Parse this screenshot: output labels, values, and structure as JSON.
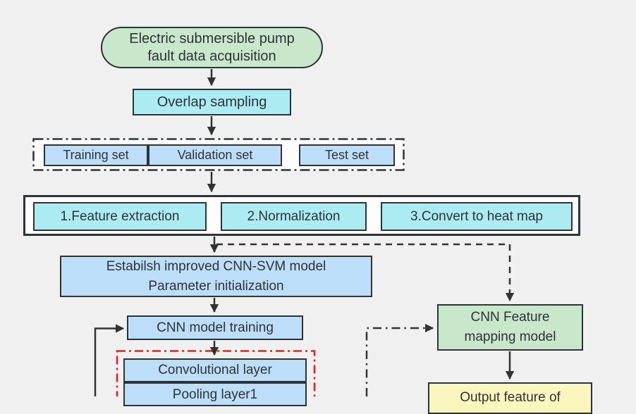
{
  "diagram": {
    "type": "flowchart",
    "subject": "Improved CNN-SVM model workflow for electric submersible pump fault diagnosis"
  },
  "colors": {
    "background": "#f0f0f1",
    "node_green": "#c9e7ca",
    "node_cyan": "#abebf2",
    "node_blue": "#bcdef8",
    "node_yellow": "#fbf6bd",
    "container_fill": "#fdfdfe",
    "border_dark": "#2d3436",
    "red_dashdot_border": "#ee1c1c",
    "connector": "#333333"
  },
  "nodes": {
    "acquisition": {
      "line1": "Electric submersible pump",
      "line2": "fault data acquisition"
    },
    "overlap": {
      "label": "Overlap sampling"
    },
    "training": {
      "label": "Training set"
    },
    "validation": {
      "label": "Validation set"
    },
    "test": {
      "label": "Test set"
    },
    "feature_extraction": {
      "label": "1.Feature extraction"
    },
    "normalization": {
      "label": "2.Normalization"
    },
    "heatmap": {
      "label": "3.Convert to heat map"
    },
    "establish": {
      "line1": "Estabilsh improved CNN-SVM model",
      "line2": "Parameter initialization"
    },
    "cnn_training": {
      "label": "CNN model training"
    },
    "conv_layer": {
      "label": "Convolutional layer"
    },
    "pooling1": {
      "label": "Pooling layer1"
    },
    "mapping": {
      "line1": "CNN Feature",
      "line2": "mapping model"
    },
    "output": {
      "label": "Output feature of"
    }
  },
  "connectors": {
    "main_flow_style": "solid-arrow",
    "branch_to_mapping_style": "dashed-arrow",
    "side_to_mapping_style": "dash-dot-arrow",
    "feedback_loop_style": "solid-arrow",
    "dataset_group_border": "black dash-dot",
    "cnn_layers_group_border": "red dash-dot"
  }
}
